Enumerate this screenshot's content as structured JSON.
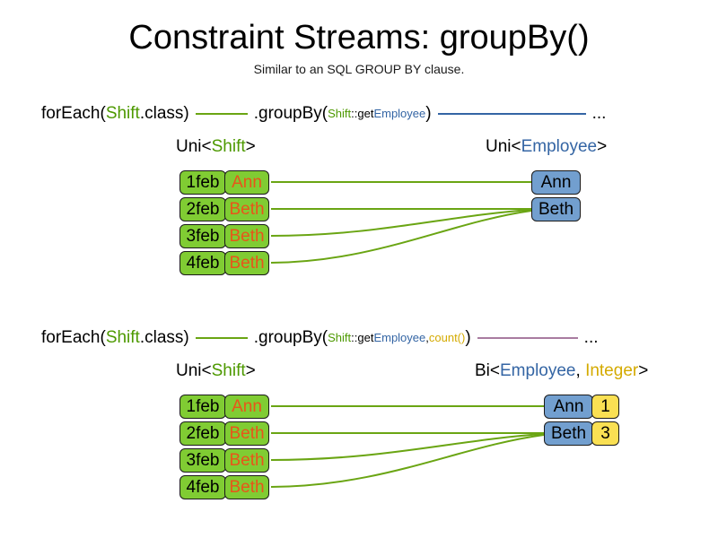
{
  "header": {
    "title": "Constraint Streams: groupBy()",
    "subtitle": "Similar to an SQL GROUP BY clause."
  },
  "colors": {
    "green": "#4d9900",
    "blue": "#3465a4",
    "gold": "#d4aa00",
    "black": "#000000",
    "shift_box_fill": "#80cc33",
    "employee_box_fill": "#729fcf",
    "count_box_fill": "#fae053",
    "shift_name_text": "#e8551a",
    "link_green": "#6aa513",
    "link_blue": "#3465a4",
    "link_purple": "#a87ca0"
  },
  "sections": [
    {
      "id": "groupby-key-only",
      "code": {
        "prefix_1": "forEach(",
        "prefix_type": "Shift",
        "prefix_2": ".class)",
        "method_1": ".groupBy(",
        "arg_type": "Shift",
        "arg_sep": "::get",
        "arg_prop": "Employee",
        "method_2": ")",
        "ellipsis": "..."
      },
      "left_label": {
        "prefix": "Uni<",
        "type": "Shift",
        "suffix": ">"
      },
      "right_label": {
        "prefix": "Uni<",
        "type": "Employee",
        "suffix": ">"
      },
      "shifts": [
        {
          "date": "1feb",
          "employee": "Ann"
        },
        {
          "date": "2feb",
          "employee": "Beth"
        },
        {
          "date": "3feb",
          "employee": "Beth"
        },
        {
          "date": "4feb",
          "employee": "Beth"
        }
      ],
      "groups": [
        {
          "employee": "Ann"
        },
        {
          "employee": "Beth"
        }
      ]
    },
    {
      "id": "groupby-key-and-count",
      "code": {
        "prefix_1": "forEach(",
        "prefix_type": "Shift",
        "prefix_2": ".class)",
        "method_1": ".groupBy(",
        "arg_type": "Shift",
        "arg_sep": "::get",
        "arg_prop": "Employee",
        "arg_comma": ", ",
        "arg_collector": "count()",
        "method_2": ")",
        "ellipsis": "..."
      },
      "left_label": {
        "prefix": "Uni<",
        "type": "Shift",
        "suffix": ">"
      },
      "right_label": {
        "prefix": "Bi<",
        "type": "Employee",
        "middle": ", ",
        "type2": "Integer",
        "suffix": ">"
      },
      "shifts": [
        {
          "date": "1feb",
          "employee": "Ann"
        },
        {
          "date": "2feb",
          "employee": "Beth"
        },
        {
          "date": "3feb",
          "employee": "Beth"
        },
        {
          "date": "4feb",
          "employee": "Beth"
        }
      ],
      "groups": [
        {
          "employee": "Ann",
          "count": "1"
        },
        {
          "employee": "Beth",
          "count": "3"
        }
      ]
    }
  ]
}
